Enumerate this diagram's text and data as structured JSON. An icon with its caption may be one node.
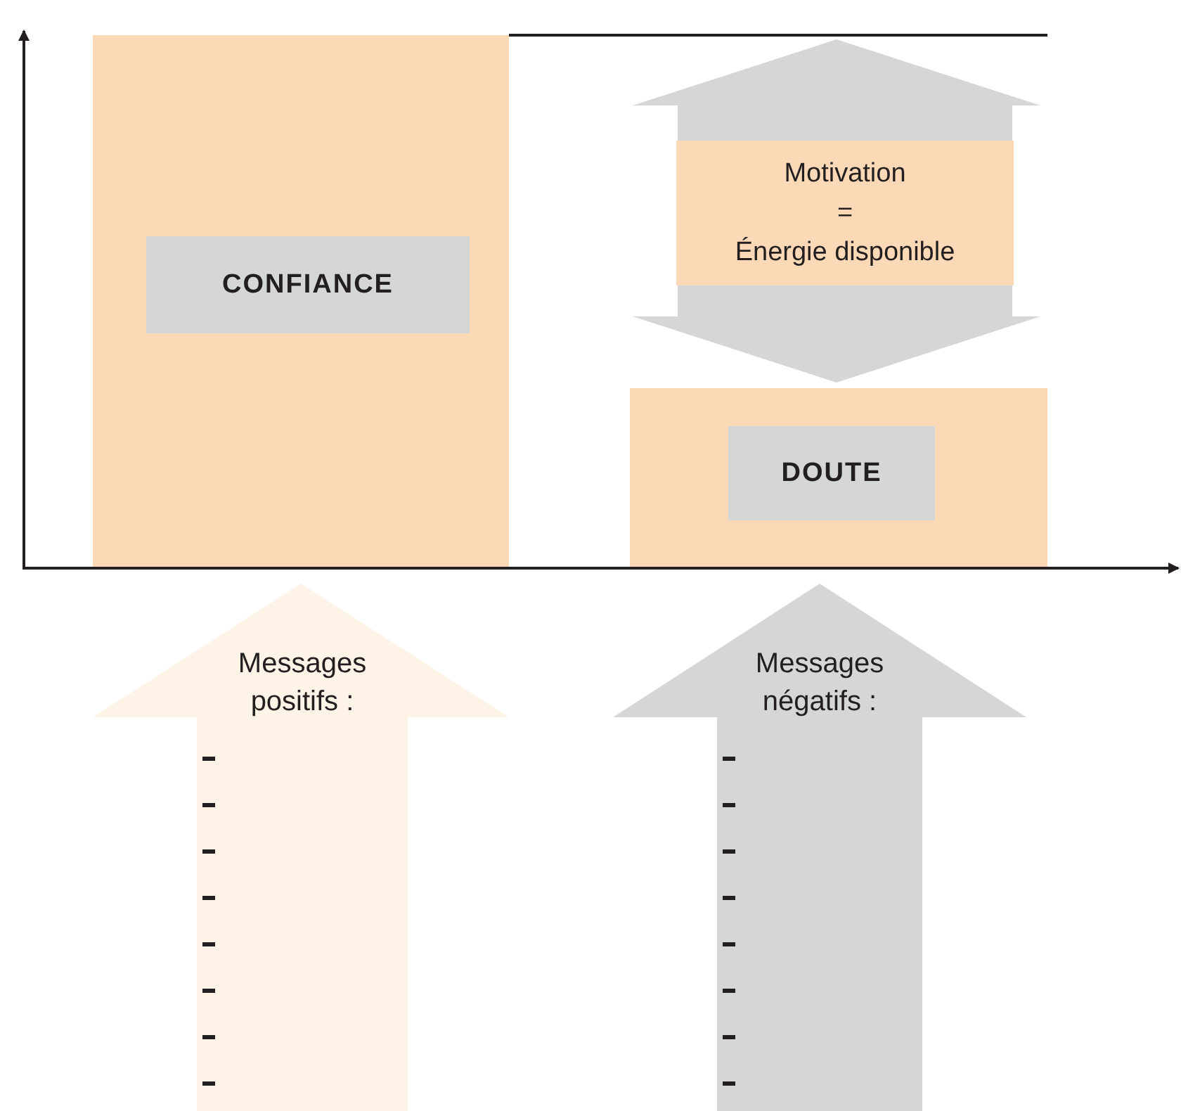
{
  "diagram": {
    "nodes": [
      {
        "text": [],
        "shape": "box"
      },
      {
        "text": [
          "CONFIANCE"
        ],
        "in": 0
      },
      {
        "text": [
          "Motivation",
          "=",
          "Énergie disponible"
        ]
      },
      {
        "text": [],
        "shape": "box"
      },
      {
        "text": [
          "DOUTE"
        ],
        "in": 3
      },
      {
        "text": [
          "Messages positifs :"
        ]
      },
      {
        "text": [
          "Messages négatifs :"
        ]
      }
    ]
  }
}
